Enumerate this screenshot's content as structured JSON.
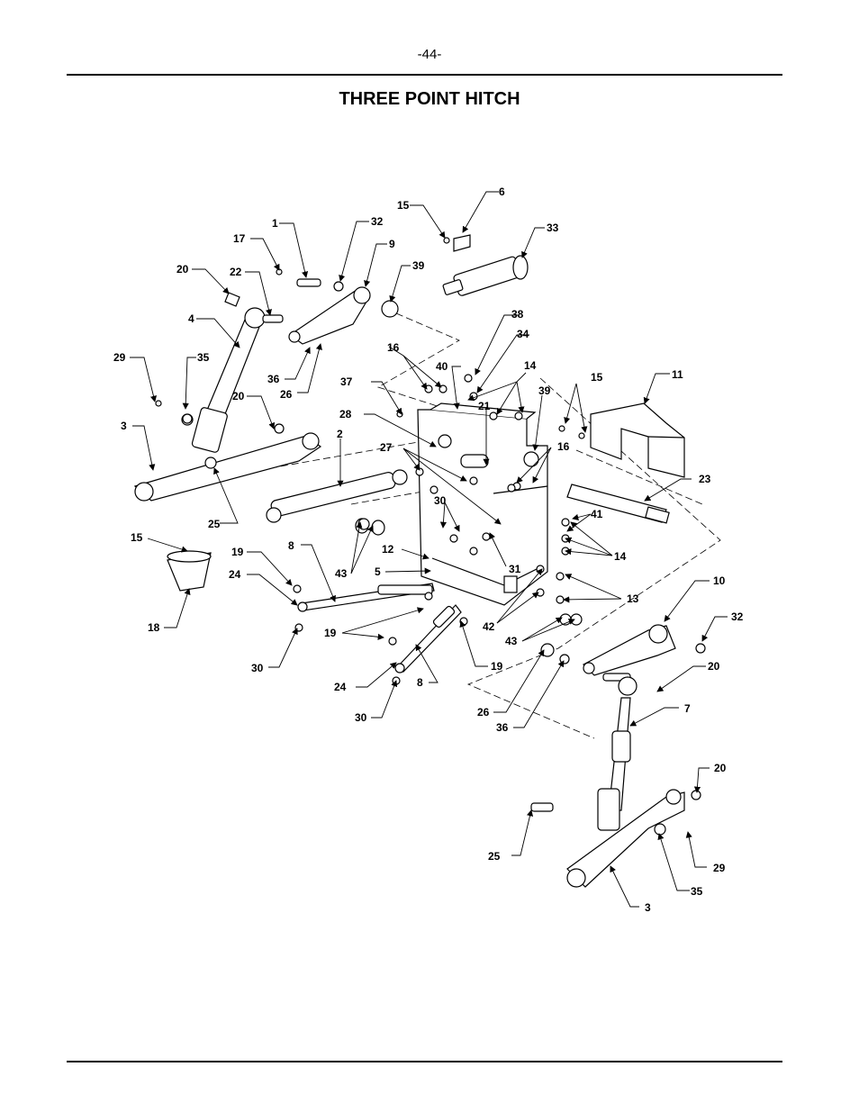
{
  "header": {
    "page_number": "-44-"
  },
  "title": "THREE POINT HITCH",
  "callouts": {
    "c1": "1",
    "c2": "2",
    "c3a": "3",
    "c3b": "3",
    "c4": "4",
    "c5": "5",
    "c6": "6",
    "c7": "7",
    "c8a": "8",
    "c8b": "8",
    "c9": "9",
    "c10": "10",
    "c11": "11",
    "c12": "12",
    "c13": "13",
    "c14a": "14",
    "c14b": "14",
    "c15a": "15",
    "c15b": "15",
    "c15c": "15",
    "c16a": "16",
    "c16b": "16",
    "c17": "17",
    "c18": "18",
    "c19a": "19",
    "c19b": "19",
    "c19c": "19",
    "c20a": "20",
    "c20b": "20",
    "c20c": "20",
    "c20d": "20",
    "c21": "21",
    "c22": "22",
    "c23": "23",
    "c24a": "24",
    "c24b": "24",
    "c25a": "25",
    "c25b": "25",
    "c26a": "26",
    "c26b": "26",
    "c27": "27",
    "c28": "28",
    "c29a": "29",
    "c29b": "29",
    "c30a": "30",
    "c30b": "30",
    "c30c": "30",
    "c31": "31",
    "c32a": "32",
    "c32b": "32",
    "c33": "33",
    "c34": "34",
    "c35a": "35",
    "c35b": "35",
    "c36a": "36",
    "c36b": "36",
    "c37": "37",
    "c38": "38",
    "c39a": "39",
    "c39b": "39",
    "c40": "40",
    "c41": "41",
    "c42": "42",
    "c43a": "43",
    "c43b": "43"
  }
}
